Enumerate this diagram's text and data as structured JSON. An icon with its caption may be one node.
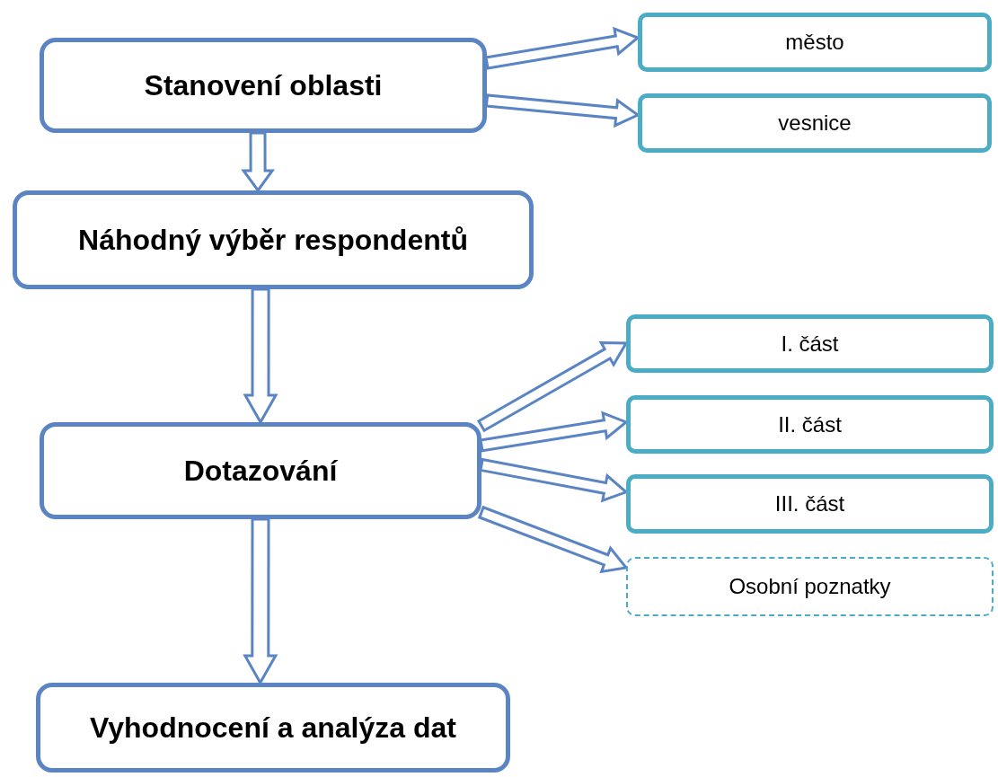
{
  "diagram": {
    "nodes": [
      {
        "text": [
          "Stanovení oblasti"
        ]
      },
      {
        "text": [
          "město"
        ]
      },
      {
        "text": [
          "vesnice"
        ]
      },
      {
        "text": [
          "Náhodný výběr respondentů"
        ]
      },
      {
        "text": [
          "Dotazování"
        ]
      },
      {
        "text": [
          "I. část"
        ]
      },
      {
        "text": [
          "II. část"
        ]
      },
      {
        "text": [
          "III. část"
        ]
      },
      {
        "text": [
          "Osobní poznatky"
        ]
      },
      {
        "text": [
          "Vyhodnocení a analýza dat"
        ]
      }
    ],
    "edges": [
      {
        "from": 0,
        "to": 1,
        "arrow": "to"
      },
      {
        "from": 0,
        "to": 2,
        "arrow": "to"
      },
      {
        "from": 0,
        "to": 3,
        "arrow": "to"
      },
      {
        "from": 3,
        "to": 4,
        "arrow": "to"
      },
      {
        "from": 4,
        "to": 5,
        "arrow": "to"
      },
      {
        "from": 4,
        "to": 6,
        "arrow": "to"
      },
      {
        "from": 4,
        "to": 7,
        "arrow": "to"
      },
      {
        "from": 4,
        "to": 8,
        "arrow": "to"
      },
      {
        "from": 4,
        "to": 9,
        "arrow": "to"
      }
    ]
  }
}
